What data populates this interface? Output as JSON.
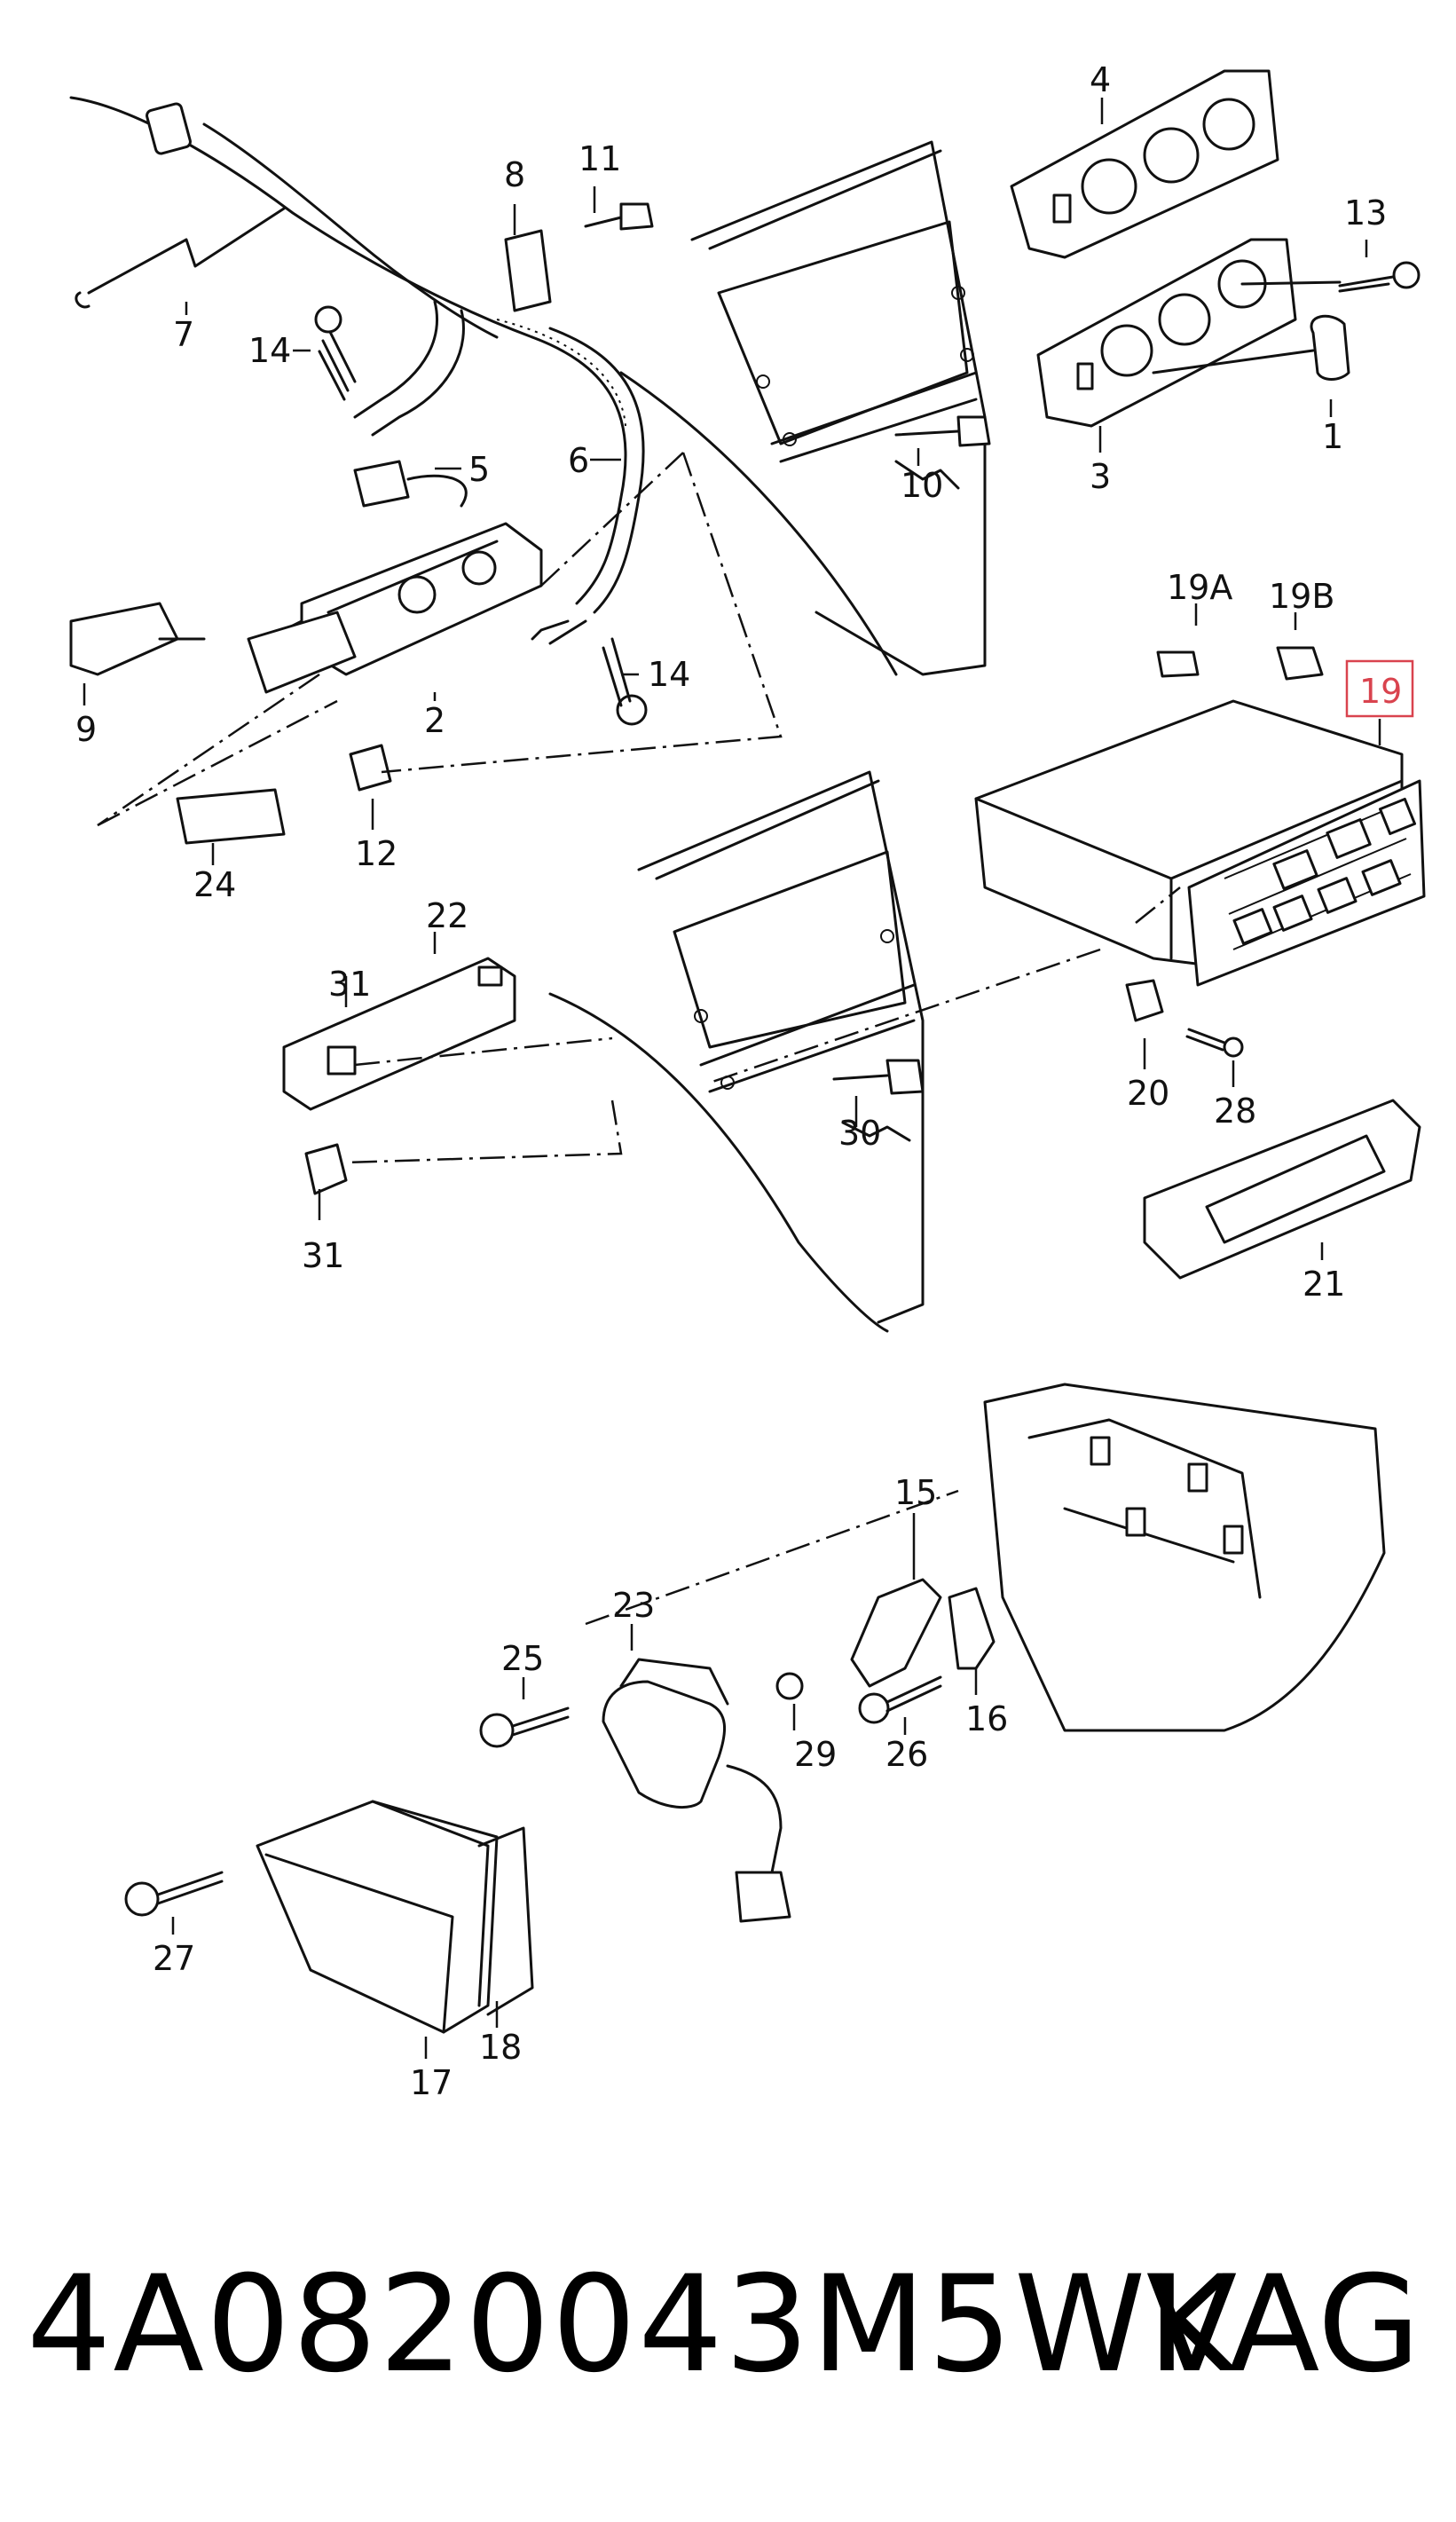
{
  "diagram": {
    "labels": [
      "1",
      "2",
      "3",
      "4",
      "5",
      "6",
      "7",
      "8",
      "9",
      "10",
      "11",
      "12",
      "13",
      "14",
      "14",
      "15",
      "16",
      "17",
      "18",
      "19",
      "19A",
      "19B",
      "20",
      "21",
      "22",
      "23",
      "24",
      "25",
      "26",
      "27",
      "28",
      "29",
      "30",
      "31",
      "31"
    ],
    "highlighted_label": "19",
    "highlight_color": "#d9434e",
    "ink_color": "#111111"
  },
  "footer": {
    "part_number": "4A0820043M5WK",
    "brand": "VAG"
  }
}
